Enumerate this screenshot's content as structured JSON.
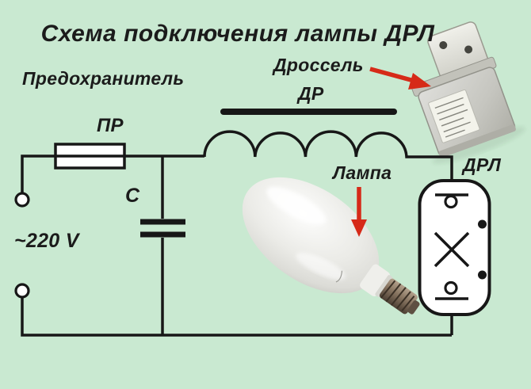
{
  "title": "Схема подключения лампы ДРЛ",
  "labels": {
    "fuse": "Предохранитель",
    "fuse_symbol": "ПР",
    "choke": "Дроссель",
    "choke_symbol": "ДР",
    "capacitor_symbol": "С",
    "voltage": "~220 V",
    "lamp": "Лампа",
    "lamp_symbol": "ДРЛ"
  },
  "colors": {
    "background": "#c9e9d1",
    "line": "#171717",
    "text": "#1b1b1b",
    "arrow_red": "#d62a18",
    "symbol_fill": "#ffffff"
  }
}
